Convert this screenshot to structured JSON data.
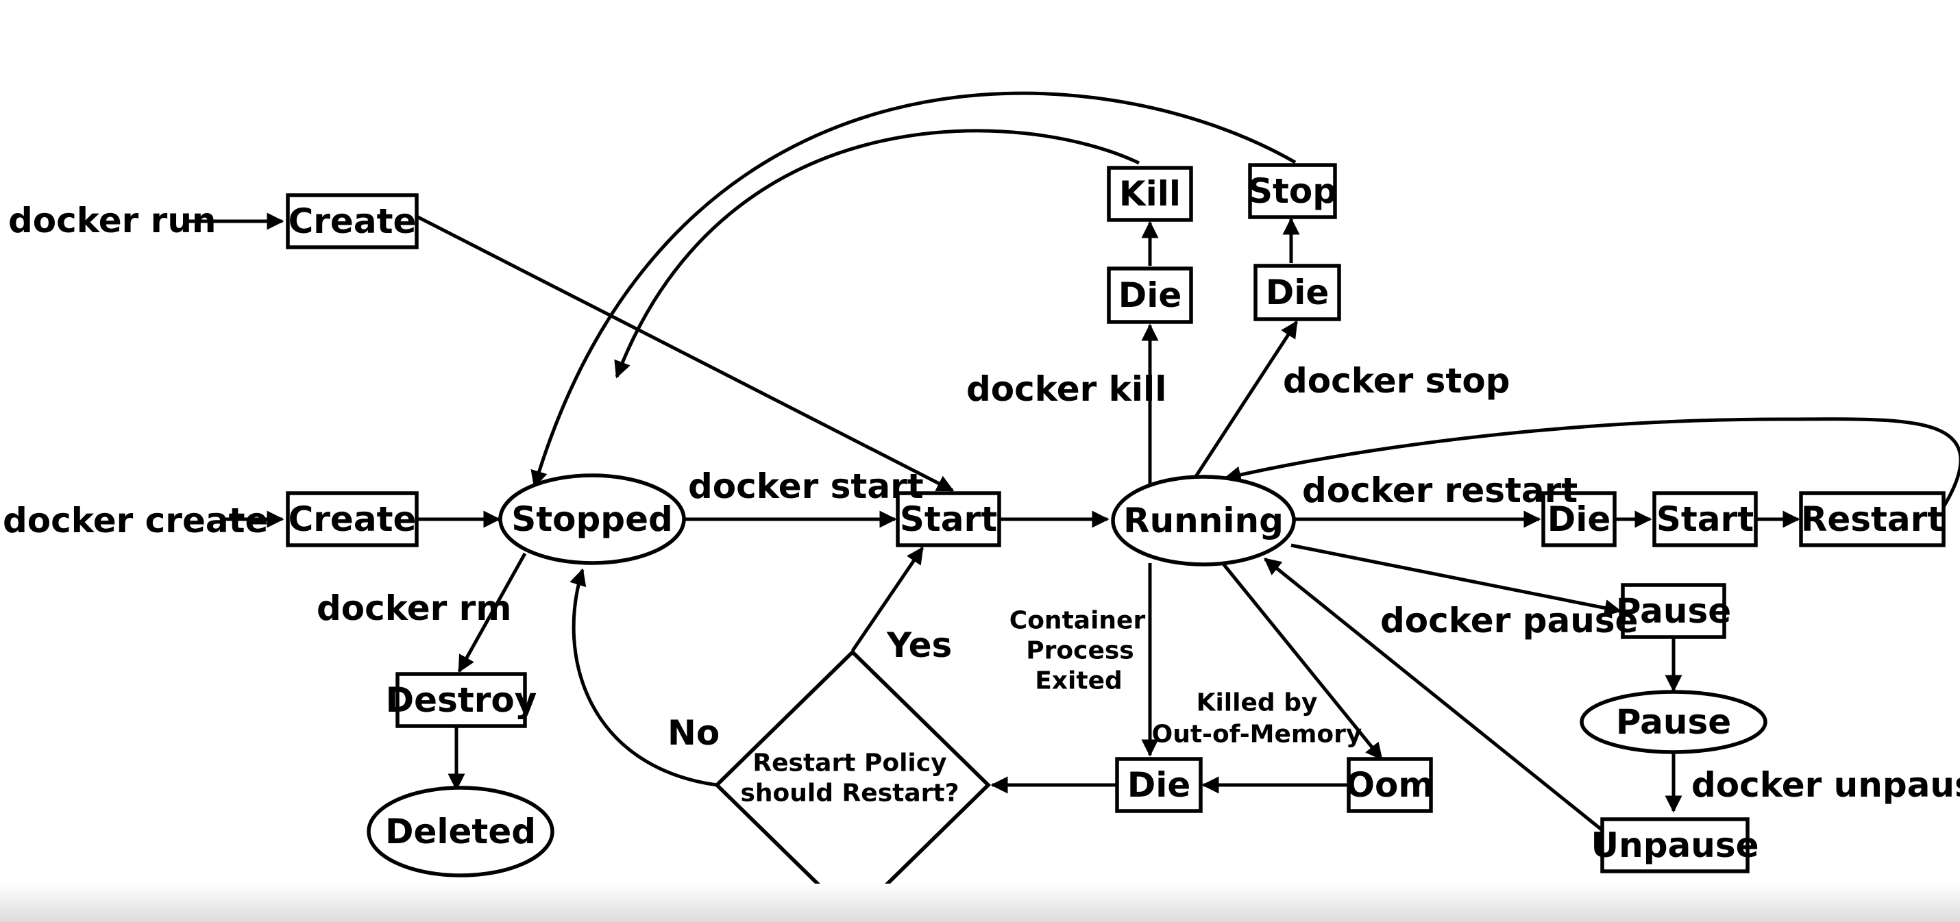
{
  "nodes": {
    "create_run": "Create",
    "create_create": "Create",
    "stopped": "Stopped",
    "start": "Start",
    "running": "Running",
    "die_kill": "Die",
    "kill": "Kill",
    "die_stop": "Die",
    "stop": "Stop",
    "die_restart": "Die",
    "start_restart": "Start",
    "restart": "Restart",
    "pause_event": "Pause",
    "paused": "Pause",
    "unpause": "Unpause",
    "destroy": "Destroy",
    "deleted": "Deleted",
    "die_exit": "Die",
    "oom": "Oom",
    "decision_line1": "Restart Policy",
    "decision_line2": "should Restart?"
  },
  "labels": {
    "docker_run": "docker run",
    "docker_create": "docker create",
    "docker_start": "docker start",
    "docker_rm": "docker rm",
    "docker_kill": "docker kill",
    "docker_stop": "docker stop",
    "docker_restart": "docker restart",
    "docker_pause": "docker pause",
    "docker_unpause": "docker unpause",
    "container_exit_1": "Container",
    "container_exit_2": "Process",
    "container_exit_3": "Exited",
    "killed_by_1": "Killed by",
    "killed_by_2": "Out-of-Memory",
    "yes": "Yes",
    "no": "No"
  }
}
